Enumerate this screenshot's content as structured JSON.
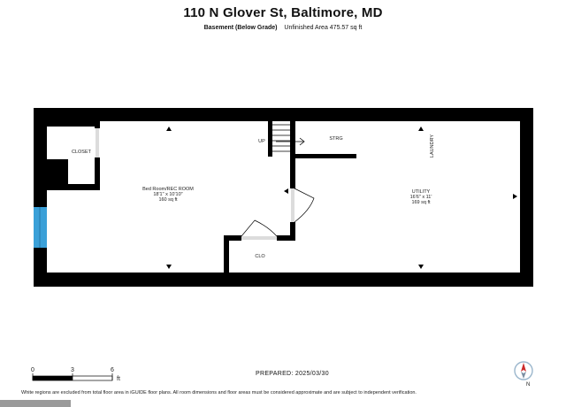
{
  "header": {
    "title": "110 N Glover St, Baltimore, MD",
    "floor_name": "Basement (Below Grade)",
    "area_text": "Unfinished Area 475.57 sq ft"
  },
  "rooms": {
    "rec_room": {
      "name": "Bed Room/REC ROOM",
      "dims": "18'1\" x 10'10\"",
      "area": "160 sq ft"
    },
    "utility": {
      "name": "UTILITY",
      "dims": "16'6\" x 11'",
      "area": "169 sq ft"
    },
    "closet": "CLOSET",
    "clo": "CLO",
    "strg": "STRG",
    "up": "UP",
    "laundry": "LAUNDRY"
  },
  "scale": {
    "labels": [
      "0",
      "3",
      "6"
    ],
    "unit": "ft"
  },
  "prepared": "PREPARED: 2025/03/30",
  "disclaimer": "White regions are excluded from total floor area in iGUIDE floor plans. All room dimensions and floor areas must be considered approximate and are subject to independent verification.",
  "compass": {
    "label": "N",
    "icon": "north-arrow-icon"
  },
  "colors": {
    "wall": "#000000",
    "window": "#3aa0d8",
    "door": "#dcdcdc",
    "compass_accent": "#cc2a2a"
  }
}
